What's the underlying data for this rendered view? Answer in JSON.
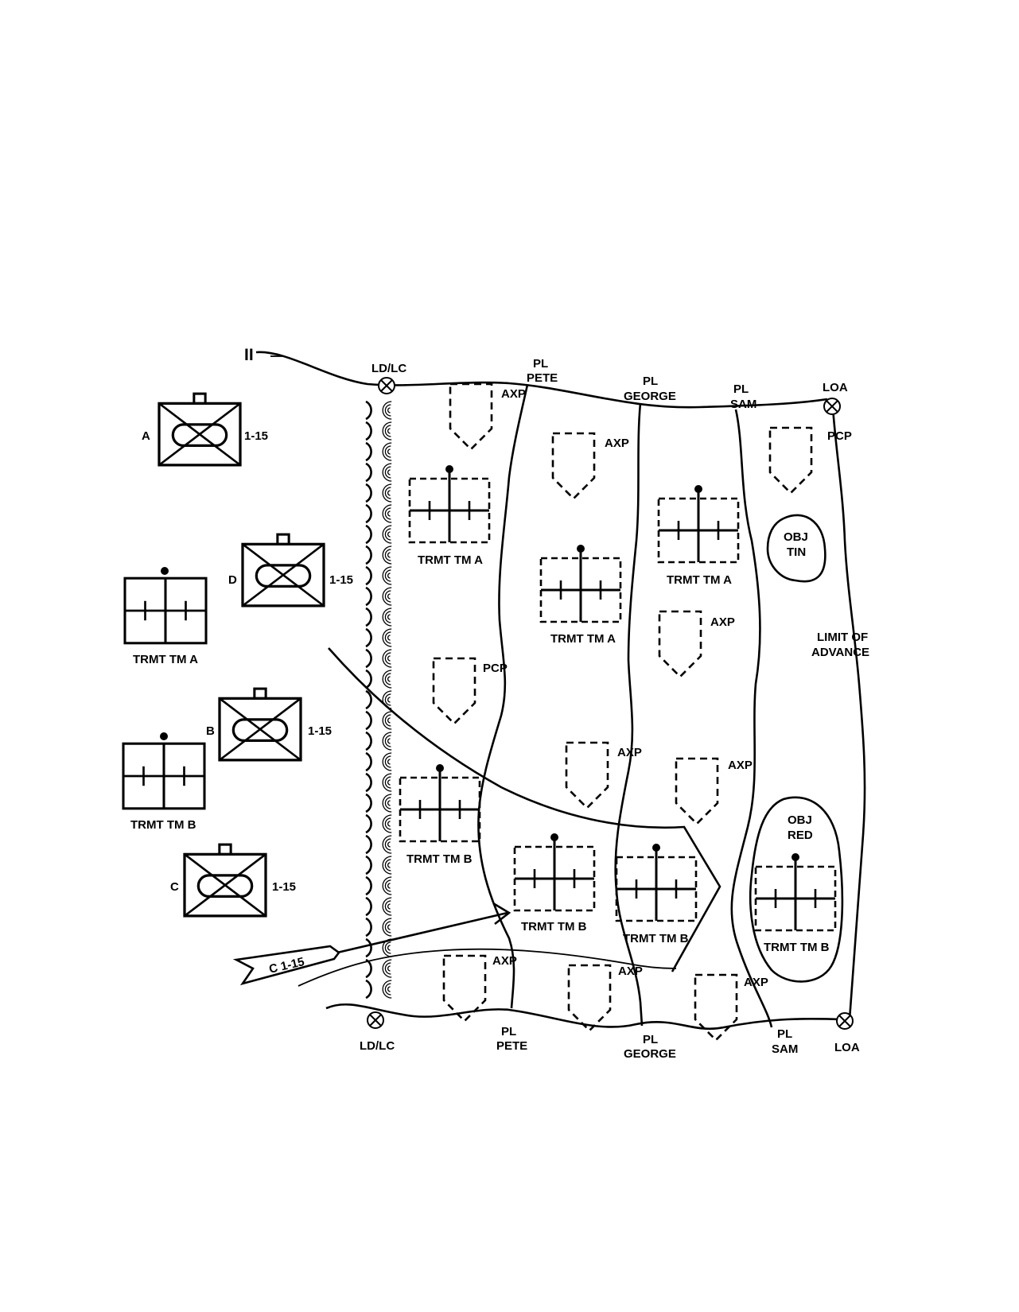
{
  "labels": {
    "boundary": "II",
    "ldlc": "LD/LC",
    "pl": "PL",
    "pete": "PETE",
    "george": "GEORGE",
    "sam": "SAM",
    "loa": "LOA",
    "axp": "AXP",
    "pcp": "PCP",
    "obj": "OBJ",
    "tin": "TIN",
    "red": "RED",
    "limit_line1": "LIMIT OF",
    "limit_line2": "ADVANCE"
  },
  "units": {
    "unit_designation": "1-15",
    "company_a": "A",
    "company_b": "B",
    "company_c": "C",
    "company_d": "D",
    "trmt_tm_a": "TRMT TM A",
    "trmt_tm_b": "TRMT TM B",
    "attack_arrow": "C 1-15"
  }
}
